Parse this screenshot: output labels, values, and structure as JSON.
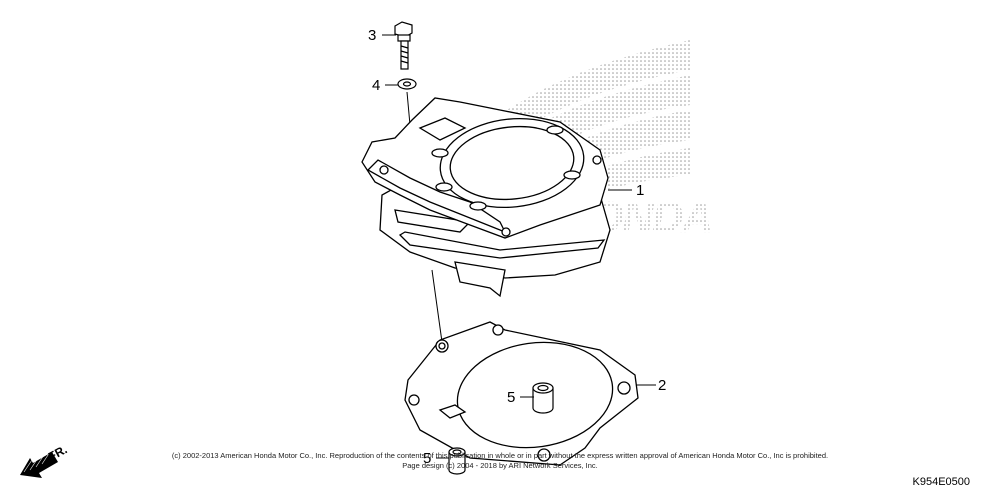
{
  "callouts": {
    "c1": "1",
    "c2": "2",
    "c3": "3",
    "c4": "4",
    "c5a": "5",
    "c5b": "5"
  },
  "direction_label": "FR.",
  "copyright_line1": "(c) 2002-2013 American Honda Motor Co., Inc. Reproduction of the contents of this publication in whole or in part without the express written approval of American Honda Motor Co., Inc is prohibited.",
  "copyright_line2": "Page design (c) 2004 - 2018 by ARI Network Services, Inc.",
  "diagram_code": "K954E0500",
  "watermark_text": "HONDA",
  "colors": {
    "line": "#000000",
    "watermark": "#b8b8b8"
  }
}
